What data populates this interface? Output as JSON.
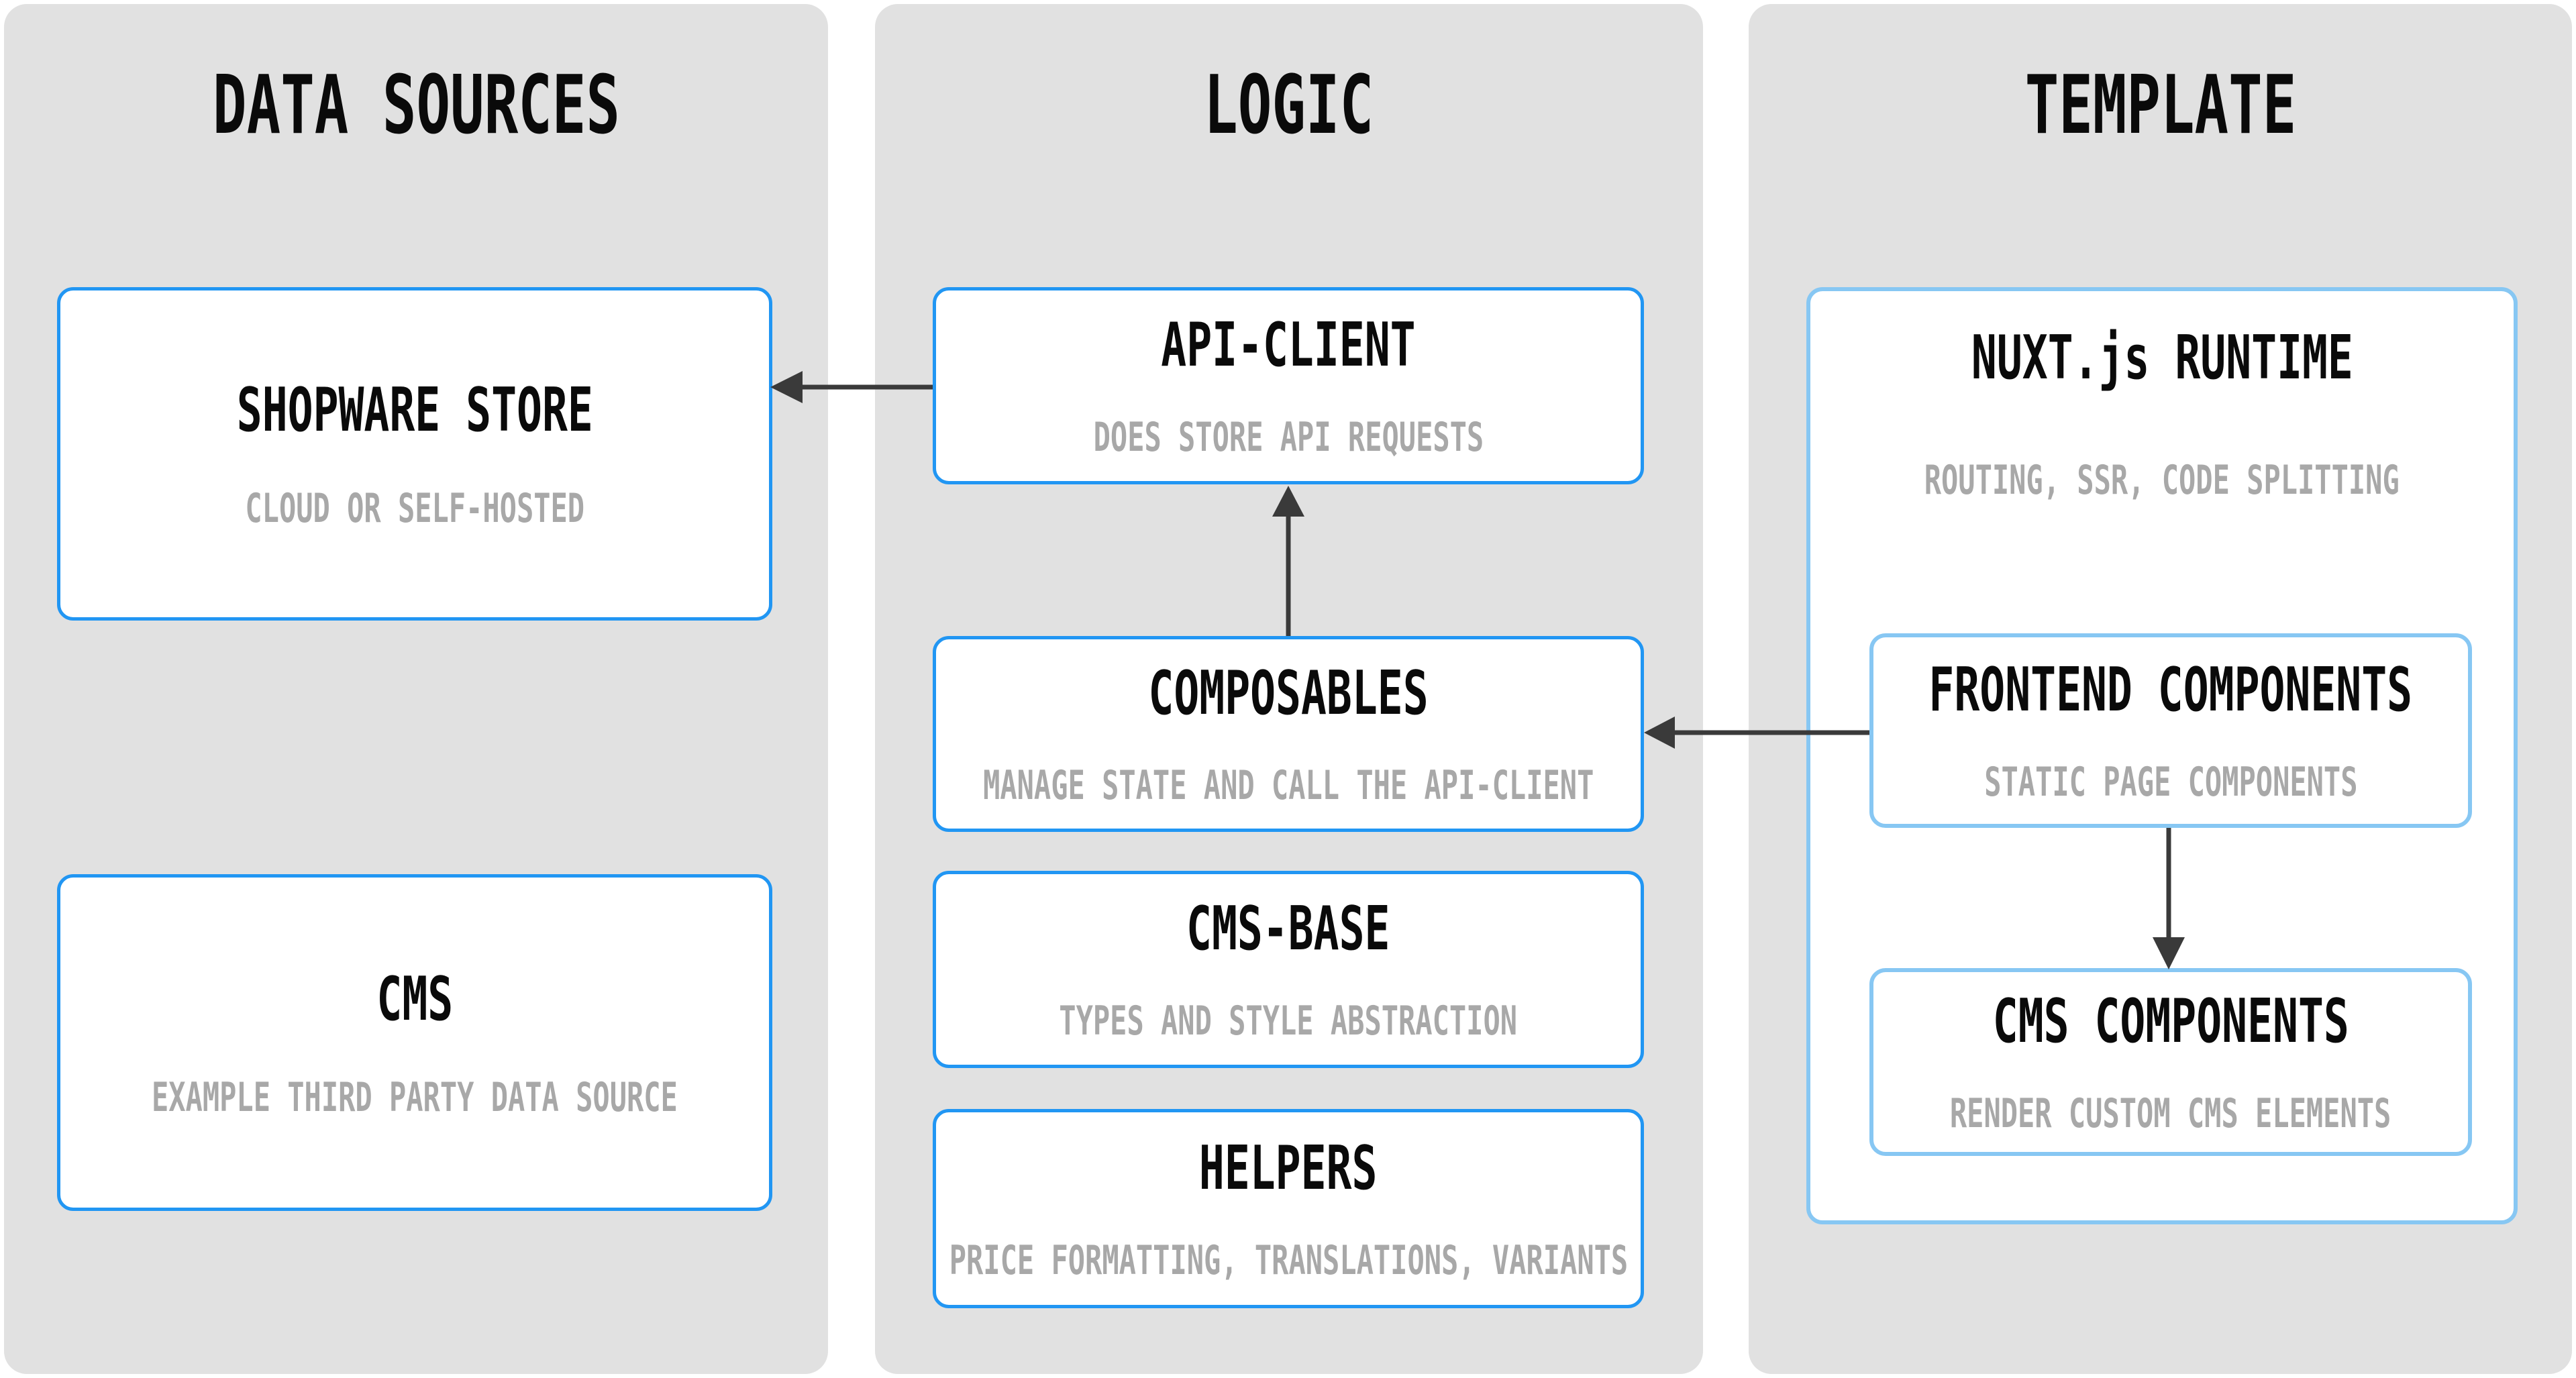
{
  "diagram": {
    "columns": {
      "data_sources": {
        "title": "DATA SOURCES",
        "shopware_store": {
          "title": "SHOPWARE STORE",
          "subtitle": "CLOUD OR SELF-HOSTED"
        },
        "cms": {
          "title": "CMS",
          "subtitle": "EXAMPLE THIRD PARTY DATA SOURCE"
        }
      },
      "logic": {
        "title": "LOGIC",
        "api_client": {
          "title": "API-CLIENT",
          "subtitle": "DOES STORE API REQUESTS"
        },
        "composables": {
          "title": "COMPOSABLES",
          "subtitle": "MANAGE STATE AND CALL THE API-CLIENT"
        },
        "cms_base": {
          "title": "CMS-BASE",
          "subtitle": "TYPES AND STYLE ABSTRACTION"
        },
        "helpers": {
          "title": "HELPERS",
          "subtitle": "PRICE FORMATTING, TRANSLATIONS, VARIANTS"
        }
      },
      "template": {
        "title": "TEMPLATE",
        "nuxt_runtime": {
          "title": "NUXT.js RUNTIME",
          "subtitle": "ROUTING, SSR, CODE SPLITTING"
        },
        "frontend_components": {
          "title": "FRONTEND COMPONENTS",
          "subtitle": "STATIC PAGE COMPONENTS"
        },
        "cms_components": {
          "title": "CMS COMPONENTS",
          "subtitle": "RENDER CUSTOM CMS ELEMENTS"
        }
      }
    },
    "arrows": [
      {
        "from": "api_client",
        "to": "shopware_store",
        "direction": "left"
      },
      {
        "from": "composables",
        "to": "api_client",
        "direction": "up"
      },
      {
        "from": "frontend_components",
        "to": "composables",
        "direction": "left"
      },
      {
        "from": "frontend_components",
        "to": "cms_components",
        "direction": "down"
      }
    ],
    "colors": {
      "page_background": "#ffffff",
      "panel_background": "#e1e1e1",
      "box_background": "#ffffff",
      "primary_border": "#2196f3",
      "secondary_border": "#87c7f3",
      "title_text": "#0a0a0a",
      "subtitle_text": "#a8a8a8",
      "arrow": "#3a3a3a"
    }
  }
}
